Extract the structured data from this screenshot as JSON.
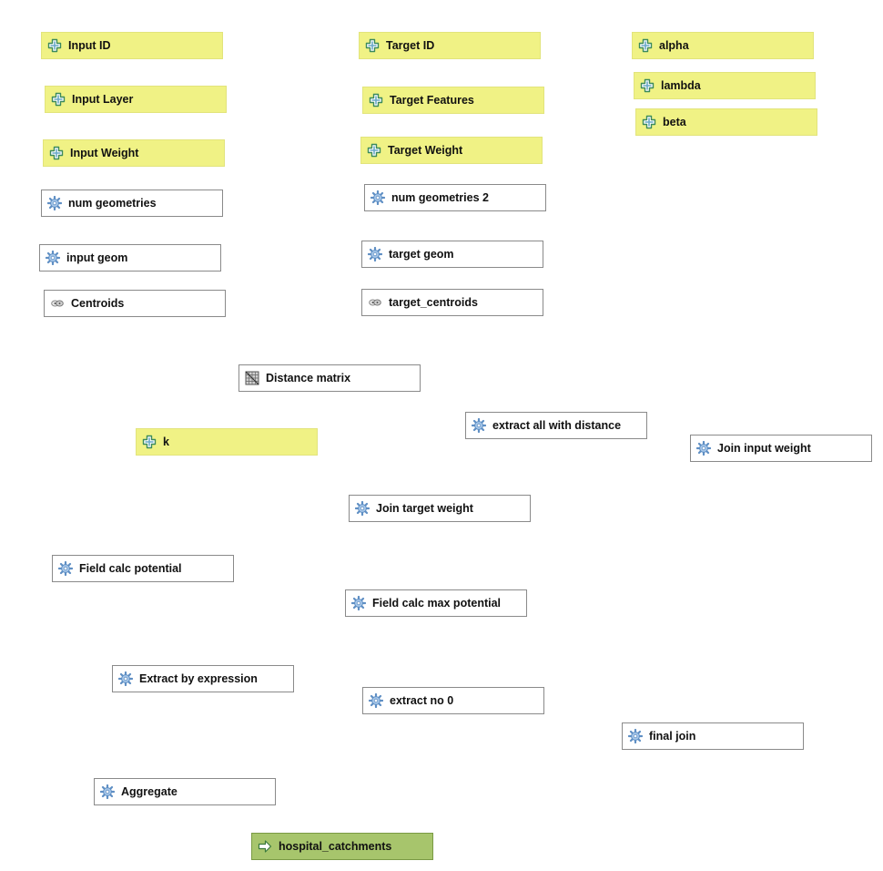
{
  "colors": {
    "input_fill": "#f0f285",
    "algorithm_fill": "#ffffff",
    "output_fill": "#a7c56c",
    "border": "#8a8a8a"
  },
  "nodes": {
    "input_id": {
      "label": "Input ID",
      "kind": "input",
      "icon": "plus-icon"
    },
    "input_layer": {
      "label": "Input Layer",
      "kind": "input",
      "icon": "plus-icon"
    },
    "input_weight": {
      "label": "Input Weight",
      "kind": "input",
      "icon": "plus-icon"
    },
    "num_geometries": {
      "label": "num geometries",
      "kind": "algorithm",
      "icon": "gear-icon"
    },
    "input_geom": {
      "label": "input geom",
      "kind": "algorithm",
      "icon": "gear-icon"
    },
    "centroids": {
      "label": "Centroids",
      "kind": "algorithm",
      "icon": "centroid-icon"
    },
    "target_id": {
      "label": "Target ID",
      "kind": "input",
      "icon": "plus-icon"
    },
    "target_features": {
      "label": "Target Features",
      "kind": "input",
      "icon": "plus-icon"
    },
    "target_weight": {
      "label": "Target Weight",
      "kind": "input",
      "icon": "plus-icon"
    },
    "num_geometries_2": {
      "label": "num geometries 2",
      "kind": "algorithm",
      "icon": "gear-icon"
    },
    "target_geom": {
      "label": "target geom",
      "kind": "algorithm",
      "icon": "gear-icon"
    },
    "target_centroids": {
      "label": "target_centroids",
      "kind": "algorithm",
      "icon": "centroid-icon"
    },
    "alpha": {
      "label": "alpha",
      "kind": "input",
      "icon": "plus-icon"
    },
    "lambda": {
      "label": "lambda",
      "kind": "input",
      "icon": "plus-icon"
    },
    "beta": {
      "label": "beta",
      "kind": "input",
      "icon": "plus-icon"
    },
    "distance_matrix": {
      "label": "Distance matrix",
      "kind": "algorithm",
      "icon": "matrix-icon"
    },
    "k": {
      "label": "k",
      "kind": "input",
      "icon": "plus-icon"
    },
    "extract_all": {
      "label": "extract all with distance",
      "kind": "algorithm",
      "icon": "gear-icon"
    },
    "join_input_weight": {
      "label": "Join input weight",
      "kind": "algorithm",
      "icon": "gear-icon"
    },
    "join_target_weight": {
      "label": "Join target weight",
      "kind": "algorithm",
      "icon": "gear-icon"
    },
    "field_calc_potential": {
      "label": "Field calc potential",
      "kind": "algorithm",
      "icon": "gear-icon"
    },
    "field_calc_max": {
      "label": "Field calc max potential",
      "kind": "algorithm",
      "icon": "gear-icon"
    },
    "extract_by_expr": {
      "label": "Extract by expression",
      "kind": "algorithm",
      "icon": "gear-icon"
    },
    "extract_no_0": {
      "label": "extract no 0",
      "kind": "algorithm",
      "icon": "gear-icon"
    },
    "final_join": {
      "label": "final join",
      "kind": "algorithm",
      "icon": "gear-icon"
    },
    "aggregate": {
      "label": "Aggregate",
      "kind": "algorithm",
      "icon": "gear-icon"
    },
    "hospital_catchments": {
      "label": "hospital_catchments",
      "kind": "output",
      "icon": "arrow-right-icon"
    }
  }
}
